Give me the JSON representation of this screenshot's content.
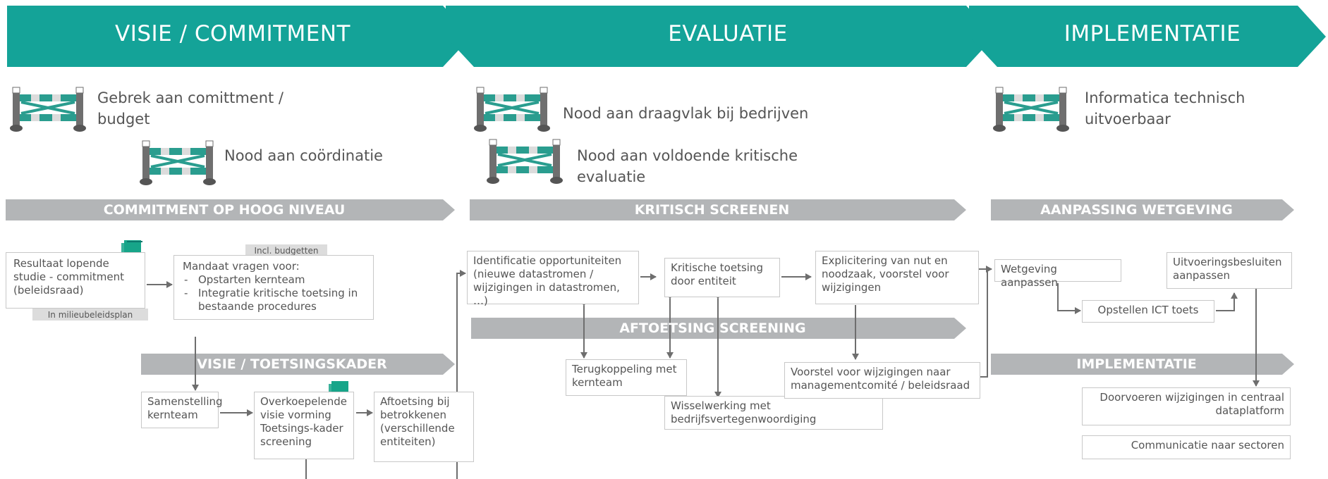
{
  "phases": [
    {
      "label": "VISIE / COMMITMENT"
    },
    {
      "label": "EVALUATIE"
    },
    {
      "label": "IMPLEMENTATIE"
    }
  ],
  "challenges": {
    "c1": "Gebrek aan comittment / budget",
    "c2": "Nood aan coördinatie",
    "c3": "Nood aan draagvlak bij bedrijven",
    "c4": "Nood aan voldoende kritische evaluatie",
    "c5": "Informatica technisch uitvoerbaar"
  },
  "bands": {
    "b1": "COMMITMENT OP HOOG NIVEAU",
    "b2": "KRITISCH SCREENEN",
    "b3": "AANPASSING WETGEVING",
    "b4": "VISIE / TOETSINGSKADER",
    "b5": "AFTOETSING SCREENING",
    "b6": "IMPLEMENTATIE"
  },
  "boxes": {
    "resultaat": "Resultaat lopende studie - commitment (beleidsraad)",
    "mandaat_title": "Mandaat vragen voor:",
    "mandaat_items": [
      "Opstarten kernteam",
      "Integratie kritische toetsing in bestaande procedures"
    ],
    "samenstelling": "Samenstelling kernteam",
    "overkoepelende": "Overkoepelende visie vorming Toetsings-kader screening",
    "aftoetsing_bij": "Aftoetsing bij betrokkenen (verschillende entiteiten)",
    "identificatie": "Identificatie opportuniteiten (nieuwe datastromen / wijzigingen in datastromen, …)",
    "kritische_toetsing": "Kritische toetsing door entiteit",
    "explicitering": "Explicitering van nut en noodzaak, voorstel voor wijzigingen",
    "terugkoppeling": "Terugkoppeling met kernteam",
    "wisselwerking": "Wisselwerking met bedrijfsvertegenwoordiging",
    "voorstel": "Voorstel voor wijzigingen naar managementcomité / beleidsraad",
    "wetgeving": "Wetgeving aanpassen",
    "uitvoeringsbesluiten": "Uitvoeringsbesluiten aanpassen",
    "opstellen_ict": "Opstellen ICT toets",
    "doorvoeren": "Doorvoeren wijzigingen in centraal dataplatform",
    "communicatie": "Communicatie naar sectoren"
  },
  "tags": {
    "incl_budgetten": "Incl. budgetten",
    "milieubeleidsplan": "In milieubeleidsplan"
  },
  "colors": {
    "teal": "#14a398",
    "grey_band": "#b3b5b7",
    "text": "#555555",
    "fence_teal": "#2a9d8f",
    "doc_icon": "#17a589"
  },
  "icons": [
    "barrier-icon",
    "document-icon"
  ]
}
